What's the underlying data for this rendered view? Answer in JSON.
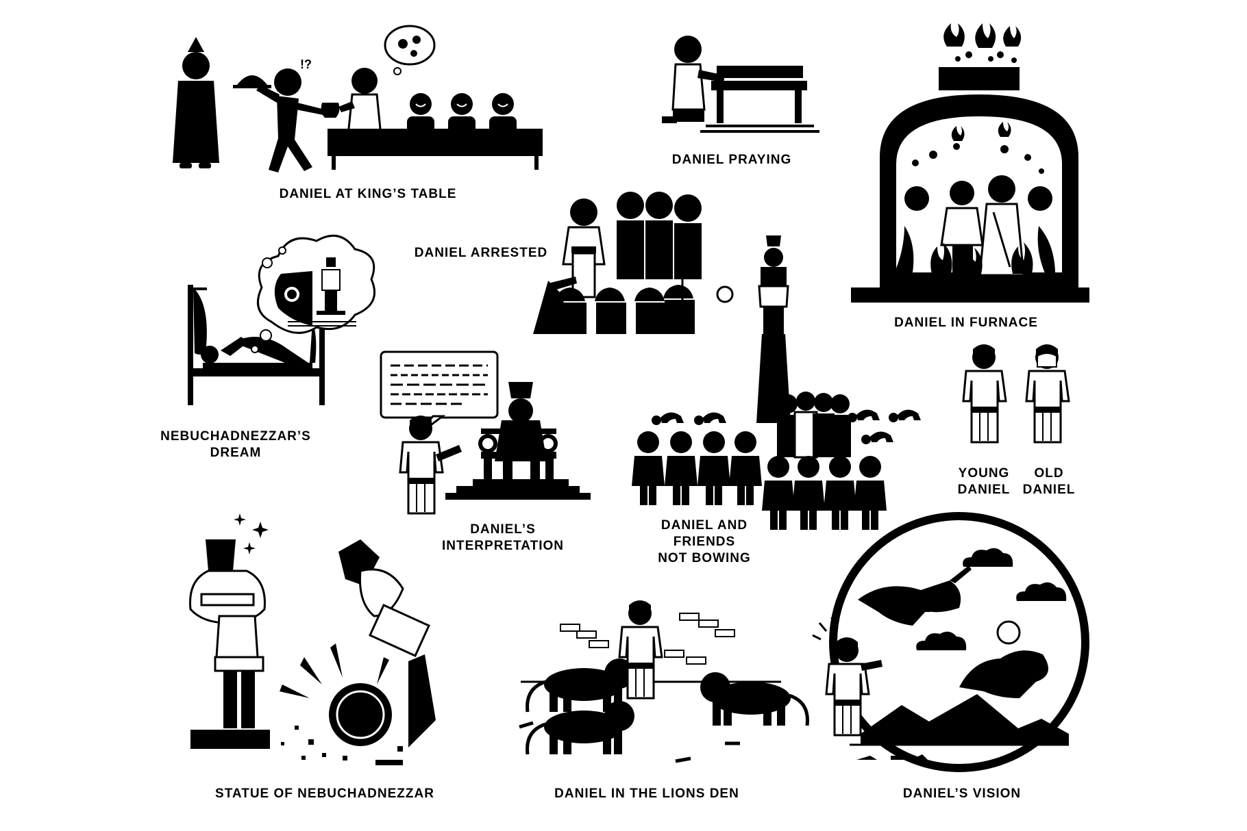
{
  "captions": {
    "kings_table": "DANIEL AT KING’S TABLE",
    "praying": "DANIEL PRAYING",
    "furnace": "DANIEL IN FURNACE",
    "arrested": "DANIEL ARRESTED",
    "dream_line1": "NEBUCHADNEZZAR’S",
    "dream_line2": "DREAM",
    "interpretation_line1": "DANIEL’S",
    "interpretation_line2": "INTERPRETATION",
    "not_bowing_line1": "DANIEL AND",
    "not_bowing_line2": "FRIENDS",
    "not_bowing_line3": "NOT BOWING",
    "young_line1": "YOUNG",
    "young_line2": "DANIEL",
    "old_line1": "OLD",
    "old_line2": "DANIEL",
    "statue": "STATUE OF NEBUCHADNEZZAR",
    "lions": "DANIEL IN THE LIONS DEN",
    "vision": "DANIEL’S VISION"
  },
  "exclamation": "!?",
  "icons": [
    "waiter-icon",
    "servant-icon",
    "daniel-icon",
    "diner-icon",
    "table-icon",
    "thought-bubble-icon",
    "kneeling-daniel-icon",
    "bench-icon",
    "furnace-icon",
    "flame-icon",
    "bed-icon",
    "sleeper-icon",
    "statue-icon",
    "soldier-icon",
    "throne-icon",
    "king-icon",
    "speech-bubble-icon",
    "pillar-icon",
    "bowing-person-icon",
    "crowd-person-icon",
    "sparkle-icon",
    "boulder-icon",
    "lion-icon",
    "bone-icon",
    "brick-icon",
    "vision-circle-icon",
    "beast-icon",
    "ram-icon",
    "cloud-icon",
    "mountain-icon"
  ],
  "colors": {
    "ink": "#000000",
    "paper": "#ffffff"
  }
}
